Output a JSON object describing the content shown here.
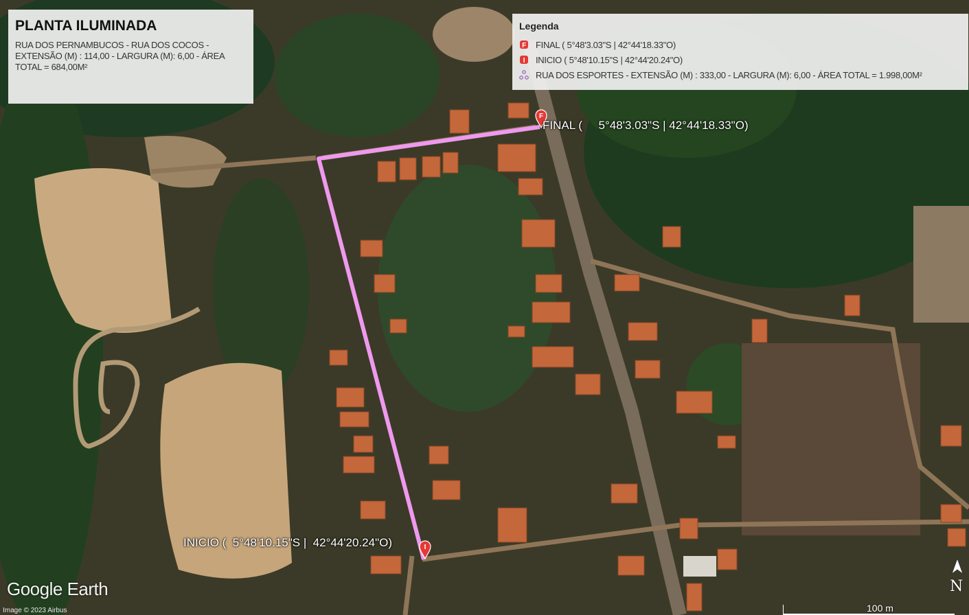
{
  "title": {
    "heading": "PLANTA ILUMINADA",
    "description": "RUA DOS PERNAMBUCOS - RUA DOS COCOS - EXTENSÃO (M) : 114,00 - LARGURA (M): 6,00 - ÁREA TOTAL = 684,00M²"
  },
  "legend": {
    "heading": "Legenda",
    "items": [
      {
        "icon": "final-marker-icon",
        "letter": "F",
        "label": "FINAL ( 5°48'3.03\"S | 42°44'18.33\"O)"
      },
      {
        "icon": "inicio-marker-icon",
        "letter": "I",
        "label": "INICIO ( 5°48'10.15\"S | 42°44'20.24\"O)"
      },
      {
        "icon": "path-icon",
        "label": "RUA DOS ESPORTES - EXTENSÃO (M) : 333,00 - LARGURA (M): 6,00 - ÁREA TOTAL = 1.998,00M²"
      }
    ]
  },
  "markers": {
    "final": {
      "letter": "F",
      "label": "FINAL (     5°48'3.03\"S | 42°44'18.33\"O)"
    },
    "inicio": {
      "letter": "I",
      "label": "INICIO (  5°48'10.15\"S |  42°44'20.24\"O)"
    }
  },
  "colors": {
    "path": "#ee99ee",
    "marker": "#e53935"
  },
  "branding": {
    "logo_google": "Google",
    "logo_earth": "Earth",
    "credit": "Image © 2023 Airbus"
  },
  "scale": {
    "label": "100 m"
  },
  "compass": {
    "label": "N"
  }
}
